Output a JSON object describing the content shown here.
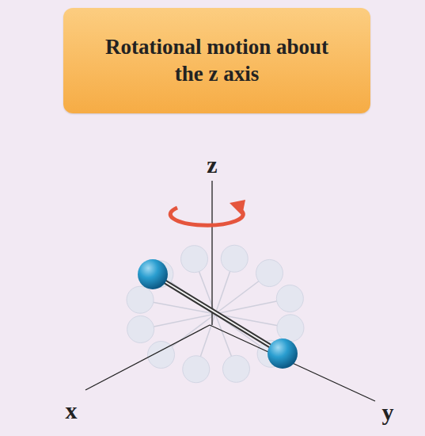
{
  "diagram": {
    "title": "Rotational motion about the z axis",
    "labels": [
      "z",
      "x",
      "y"
    ]
  }
}
